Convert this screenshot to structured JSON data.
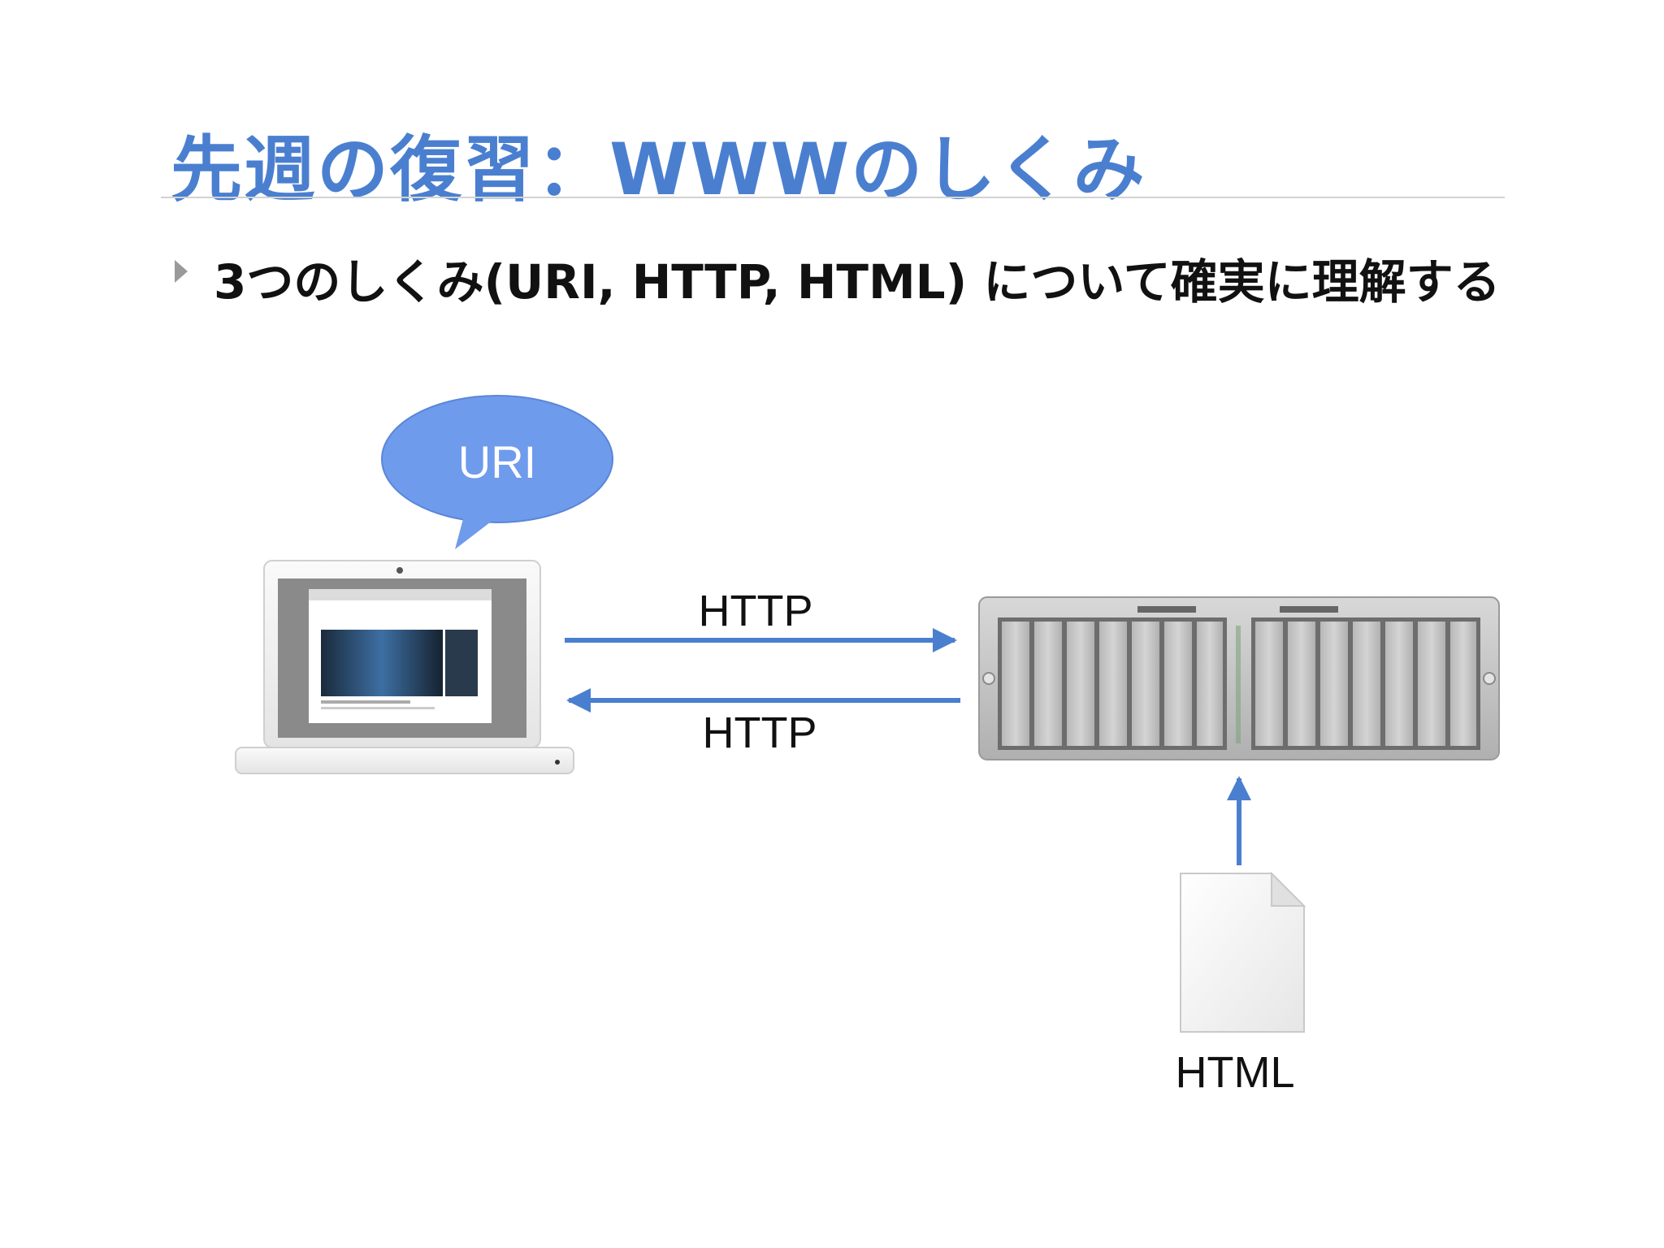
{
  "slide": {
    "title": "先週の復習：WWWのしくみ",
    "bullet": "3つのしくみ(URI, HTTP, HTML) について確実に理解する"
  },
  "diagram": {
    "bubble_label": "URI",
    "arrow_top_label": "HTTP",
    "arrow_bottom_label": "HTTP",
    "document_label": "HTML",
    "accent_color": "#4a7fd0",
    "bubble_color": "#6f9bec"
  }
}
